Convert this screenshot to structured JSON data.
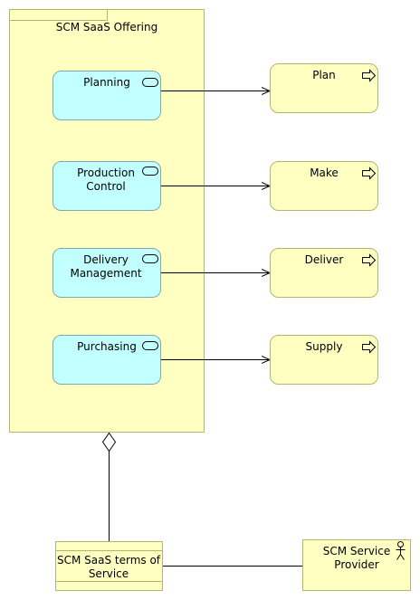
{
  "product": {
    "label": "SCM SaaS Offering"
  },
  "services": [
    {
      "label": "Planning"
    },
    {
      "label": "Production\nControl"
    },
    {
      "label": "Delivery\nManagement"
    },
    {
      "label": "Purchasing"
    }
  ],
  "processes": [
    {
      "label": "Plan"
    },
    {
      "label": "Make"
    },
    {
      "label": "Deliver"
    },
    {
      "label": "Supply"
    }
  ],
  "contract": {
    "label": "SCM SaaS terms of\nService"
  },
  "actor": {
    "label": "SCM Service\nProvider"
  },
  "colors": {
    "business_fill": "#ffffc2",
    "application_fill": "#c2ffff",
    "border": "#b5b56e",
    "line": "#000000"
  }
}
